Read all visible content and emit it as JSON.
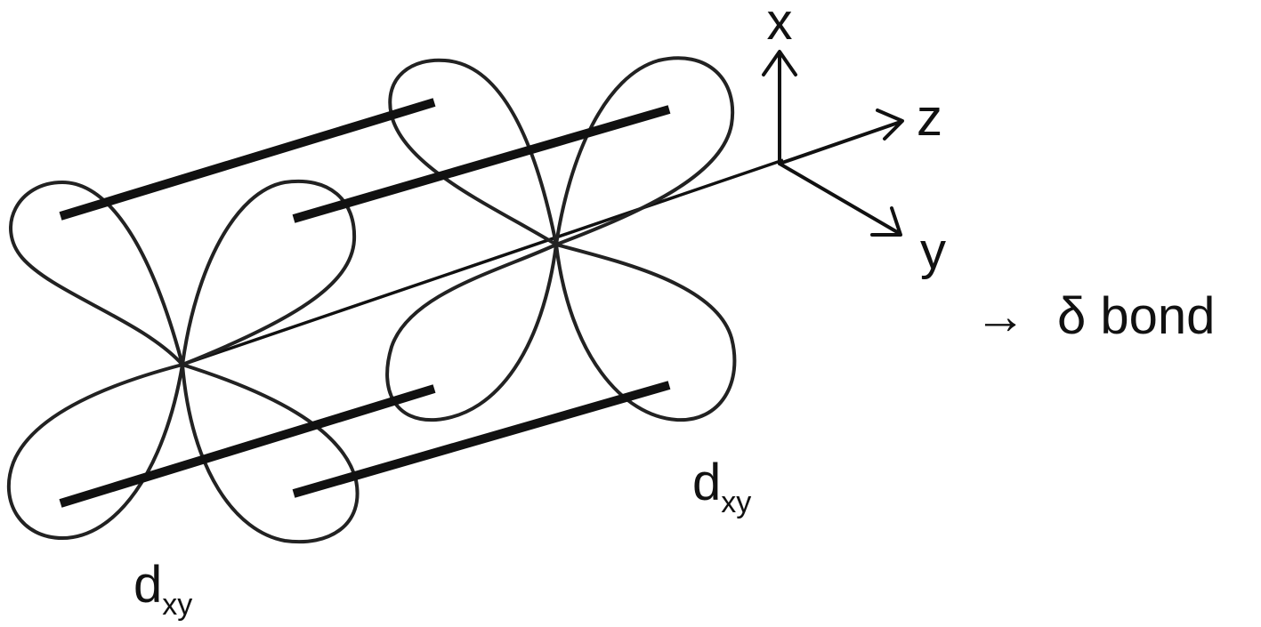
{
  "orbitals": [
    {
      "name": "d",
      "subscript": "xy"
    },
    {
      "name": "d",
      "subscript": "xy"
    }
  ],
  "axes": {
    "x": "x",
    "y": "y",
    "z": "z"
  },
  "result": {
    "arrow": "→",
    "text": "δ bond"
  },
  "colors": {
    "ink": "#111111",
    "background": "#ffffff"
  }
}
